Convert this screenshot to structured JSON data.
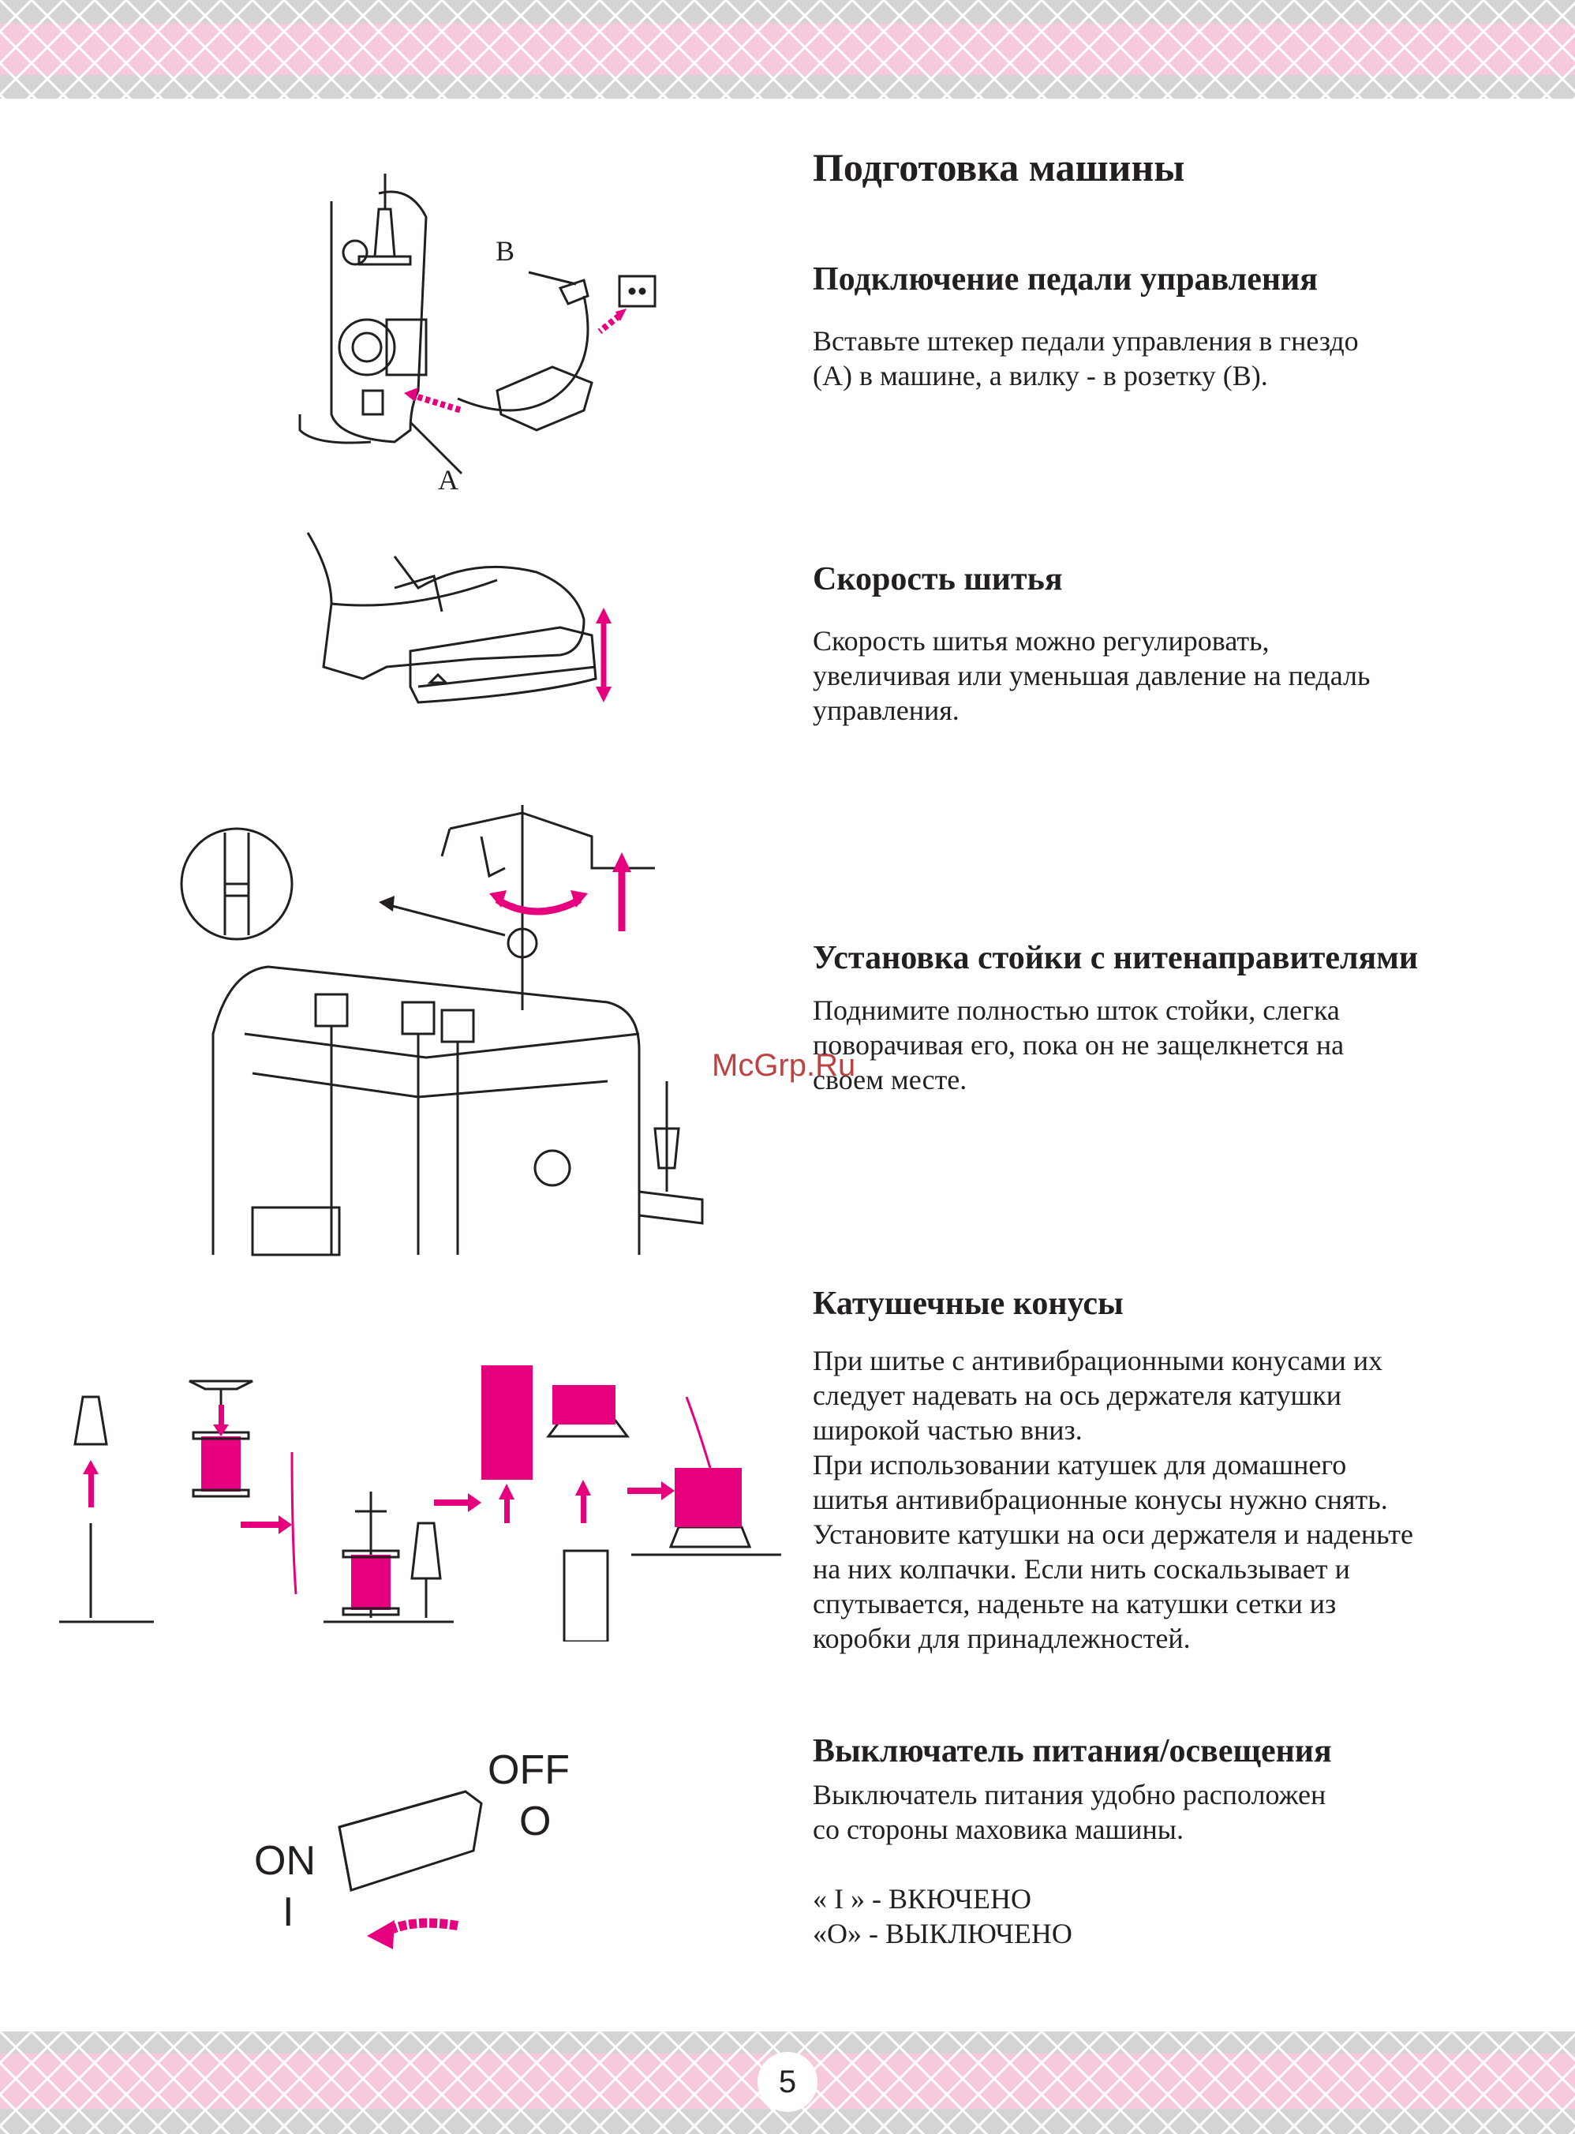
{
  "title": "Подготовка машины",
  "sections": [
    {
      "heading": "Подключение педали управления",
      "lines": [
        "Вставьте штекер педали управления в гнездо",
        "(А) в машине, а вилку - в розетку (В)."
      ]
    },
    {
      "heading": "Скорость шитья",
      "lines": [
        "Скорость шитья можно регулировать,",
        "увеличивая или уменьшая давление на педаль",
        "управления."
      ]
    },
    {
      "heading": "Установка стойки с нитенаправителями",
      "lines": [
        "Поднимите полностью шток стойки, слегка",
        "поворачивая его, пока он не защелкнется на",
        "своем месте."
      ]
    },
    {
      "heading": "Катушечные конусы",
      "lines": [
        "При шитье с антивибрационными конусами их",
        "следует надевать на ось держателя катушки",
        "широкой частью вниз.",
        "При использовании катушек для домашнего",
        "шитья антивибрационные конусы нужно снять.",
        "Установите катушки на оси держателя и наденьте",
        "на них колпачки. Если нить соскальзывает и",
        "спутывается, наденьте на катушки сетки из",
        "коробки для принадлежностей."
      ]
    },
    {
      "heading": "Выключатель питания/освещения",
      "lines": [
        "Выключатель питания удобно расположен",
        "со стороны маховика машины.",
        "",
        "« I » - ВКЮЧЕНО",
        "«O» - ВЫКЛЮЧЕНО"
      ]
    }
  ],
  "figure_labels": {
    "b": "B",
    "a": "A",
    "off": "OFF",
    "o": "O",
    "on": "ON",
    "i": "I"
  },
  "watermark": "McGrp.Ru",
  "page_number": "5",
  "colors": {
    "accent": "#e6007e",
    "band_pink": "#f7c9dc",
    "band_gray": "#cfcfcf"
  }
}
